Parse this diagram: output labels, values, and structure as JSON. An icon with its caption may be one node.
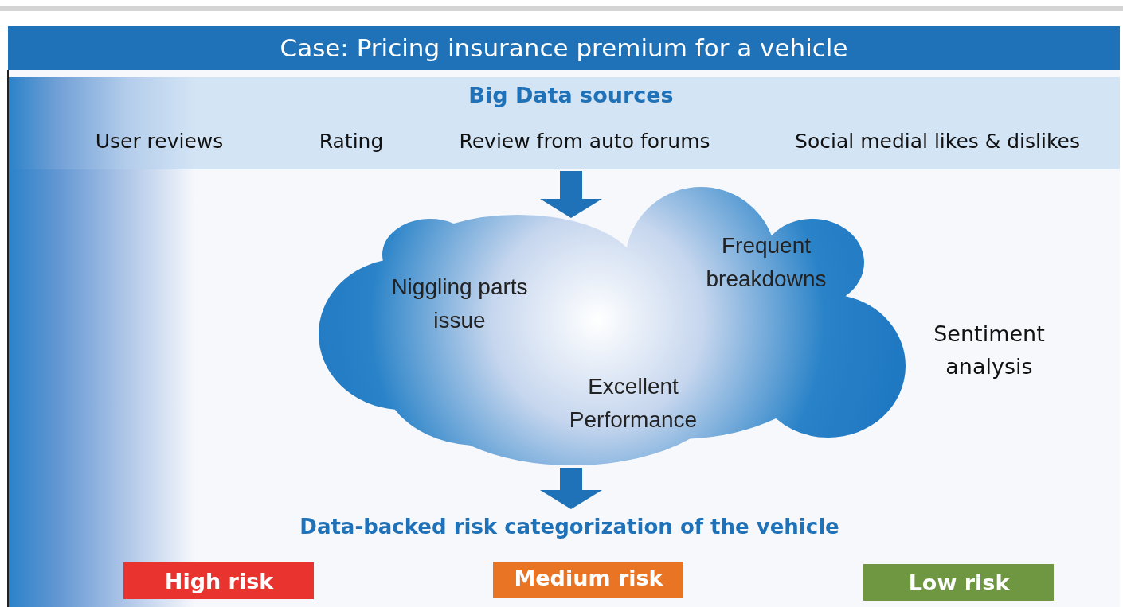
{
  "diagram": {
    "title": "Case: Pricing insurance premium for a vehicle",
    "nodes": [
      {
        "text": [
          "Big Data sources",
          "User reviews",
          "Rating",
          "Review from auto forums",
          "Social medial likes & dislikes"
        ]
      },
      {
        "text": [
          "Niggling parts issue",
          "Frequent breakdowns",
          "Excellent Performance"
        ],
        "beside": [
          "Sentiment analysis"
        ]
      },
      {
        "text": [
          "Data-backed risk categorization of the vehicle"
        ]
      },
      {
        "text": [
          "High risk"
        ]
      },
      {
        "text": [
          "Medium risk"
        ]
      },
      {
        "text": [
          "Low risk"
        ]
      }
    ],
    "edges": [
      {
        "from": 0,
        "to": 1,
        "arrow": "to"
      },
      {
        "from": 1,
        "to": 2,
        "arrow": "to"
      }
    ]
  }
}
